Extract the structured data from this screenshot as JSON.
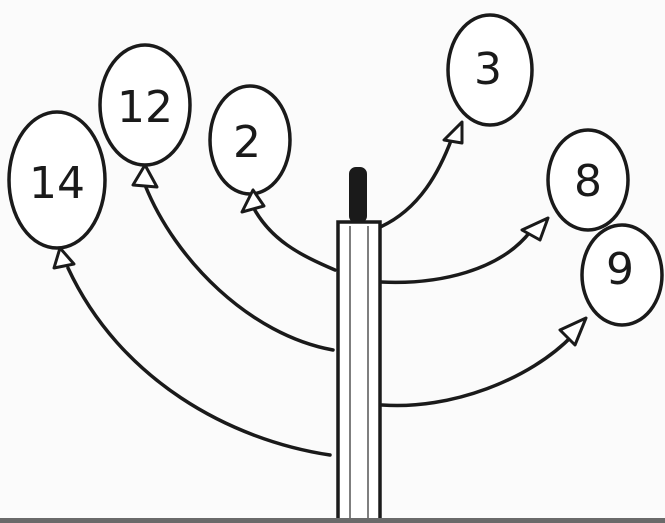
{
  "diagram": {
    "balloons": [
      {
        "id": "balloon-14",
        "label": "14"
      },
      {
        "id": "balloon-12",
        "label": "12"
      },
      {
        "id": "balloon-2",
        "label": "2"
      },
      {
        "id": "balloon-3",
        "label": "3"
      },
      {
        "id": "balloon-8",
        "label": "8"
      },
      {
        "id": "balloon-9",
        "label": "9"
      }
    ]
  }
}
